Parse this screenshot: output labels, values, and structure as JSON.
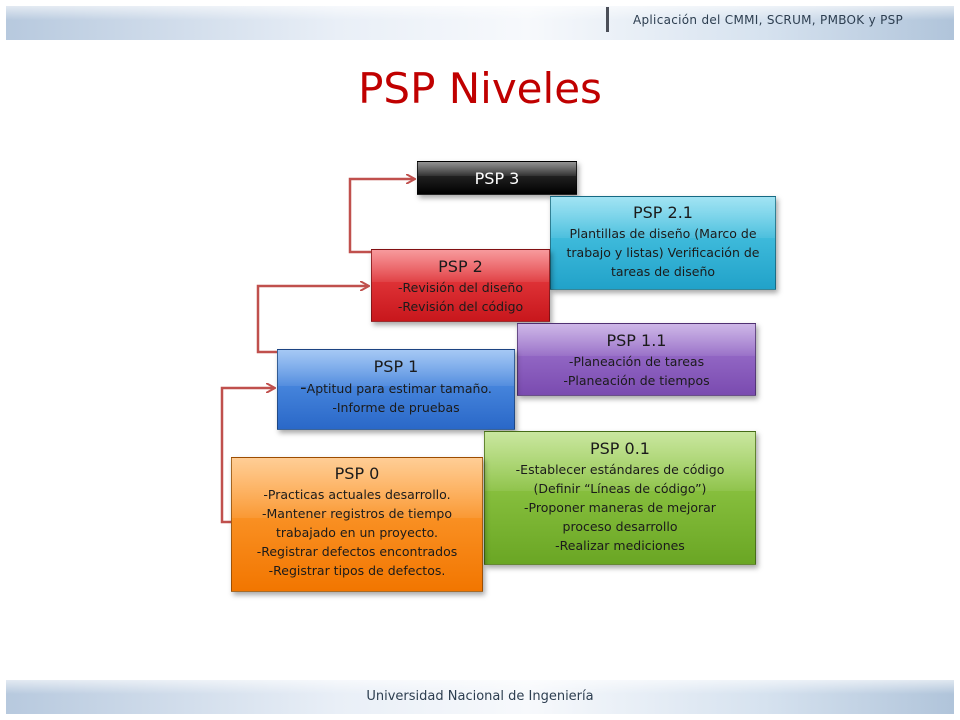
{
  "header": {
    "course": "Aplicación del CMMI, SCRUM, PMBOK y PSP"
  },
  "title": "PSP Niveles",
  "footer": "Universidad Nacional de Ingeniería",
  "colors": {
    "title": "#c00000",
    "psp3": "#000000",
    "psp21": "#2aaad1",
    "psp2": "#d8262b",
    "psp11": "#8a5cc0",
    "psp1": "#3a7ad9",
    "psp01": "#7fb936",
    "psp0": "#f7870f",
    "arrow": "#c0504d"
  },
  "levels": {
    "psp3": {
      "title": "PSP 3",
      "lines": []
    },
    "psp21": {
      "title": "PSP 2.1",
      "lines": [
        "Plantillas de diseño (Marco de",
        "trabajo y listas) Verificación de",
        "tareas de diseño"
      ]
    },
    "psp2": {
      "title": "PSP 2",
      "lines": [
        "-Revisión del diseño",
        "-Revisión del código"
      ]
    },
    "psp11": {
      "title": "PSP 1.1",
      "lines": [
        "-Planeación de tareas",
        "-Planeación de tiempos"
      ]
    },
    "psp1": {
      "title": "PSP 1",
      "lines": [
        "Aptitud para estimar tamaño.",
        "-Informe de pruebas"
      ],
      "dash": "-"
    },
    "psp01": {
      "title": "PSP 0.1",
      "lines": [
        "-Establecer estándares de código",
        "(Definir “Líneas de código”)",
        "-Proponer maneras de mejorar",
        "proceso desarrollo",
        "-Realizar mediciones"
      ]
    },
    "psp0": {
      "title": "PSP 0",
      "lines": [
        "-Practicas actuales desarrollo.",
        "-Mantener registros de tiempo",
        "trabajado en un proyecto.",
        "-Registrar defectos encontrados",
        "-Registrar tipos de defectos."
      ]
    }
  }
}
